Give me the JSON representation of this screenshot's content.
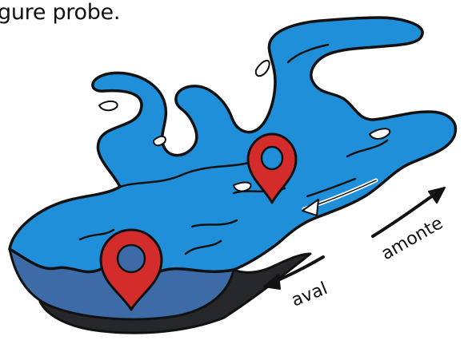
{
  "caption": "gure probe.",
  "labels": {
    "downstream": "aval",
    "upstream": "amonte"
  },
  "markers": [
    {
      "name": "probe-marker-near"
    },
    {
      "name": "probe-marker-far"
    }
  ],
  "colors": {
    "river_water": "#1f8fd9",
    "section_face": "#3d6ba8",
    "section_shadow": "#26272b",
    "marker_red": "#d42b2b",
    "outline": "#111111",
    "highlight": "#ffffff"
  },
  "icons": {
    "marker": "location-pin-icon",
    "flow_arrow": "current-arrow-icon"
  }
}
